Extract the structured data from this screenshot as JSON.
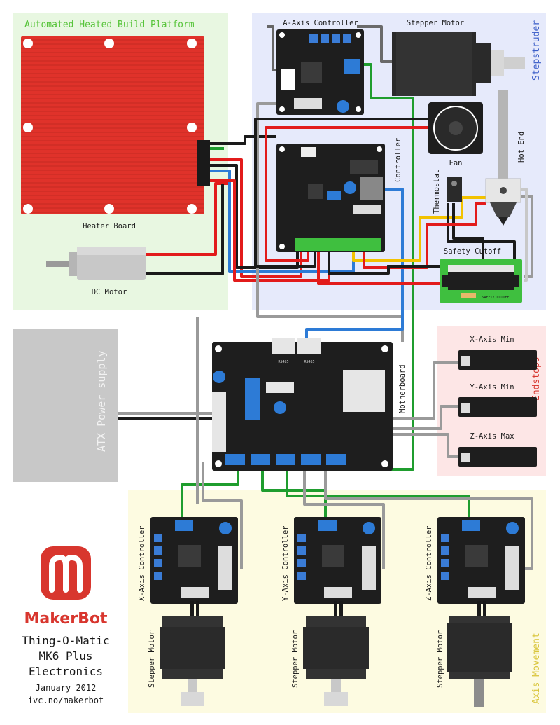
{
  "colors": {
    "platform_zone": "#e8f7e1",
    "stepstruder_zone": "#e6eafb",
    "endstops_zone": "#fde6e6",
    "axis_zone": "#fdfbe1",
    "atx": "#c8c8c8",
    "heater": "#e0322a",
    "board": "#1e1e1e",
    "wire_red": "#e21b1b",
    "wire_black": "#1a1a1a",
    "wire_blue": "#2d7bd6",
    "wire_green": "#1f9d2e",
    "wire_gray": "#9a9a9a",
    "wire_yellow": "#f2c200",
    "terminal_green": "#3fbf3f",
    "brand": "#d8362e"
  },
  "zones": {
    "platform": "Automated Heated Build Platform",
    "stepstruder": "Stepstruder",
    "endstops": "Endstops",
    "axis": "Axis Movement"
  },
  "components": {
    "heater_board": "Heater Board",
    "dc_motor": "DC Motor",
    "a_axis_controller": "A-Axis Controller",
    "stepper_motor_top": "Stepper Motor",
    "fan": "Fan",
    "controller": "Controller",
    "hot_end": "Hot End",
    "thermostat": "Thermostat",
    "safety_cutoff": "Safety Cutoff",
    "safety_cutoff_board_text": "SAFETY CUTOFF",
    "atx": "ATX Power supply",
    "motherboard": "Motherboard",
    "x_min": "X-Axis Min",
    "y_min": "Y-Axis Min",
    "z_max": "Z-Axis Max",
    "x_controller": "X-Axis Controller",
    "y_controller": "Y-Axis Controller",
    "z_controller": "Z-Axis Controller",
    "stepper_motor_x": "Stepper Motor",
    "stepper_motor_y": "Stepper Motor",
    "stepper_motor_z": "Stepper Motor",
    "rs485_1": "RS485",
    "rs485_2": "RS485"
  },
  "brand": {
    "logo_letter": "M",
    "wordmark": "MakerBot",
    "title_line1": "Thing-O-Matic",
    "title_line2": "MK6 Plus",
    "title_line3": "Electronics",
    "date": "January 2012",
    "url": "ivc.no/makerbot"
  },
  "icons": [
    "stepper-motor-icon",
    "fan-icon",
    "hot-end-icon",
    "dc-motor-icon",
    "thermostat-icon",
    "endstop-switch-icon",
    "makerbot-logo-icon"
  ]
}
